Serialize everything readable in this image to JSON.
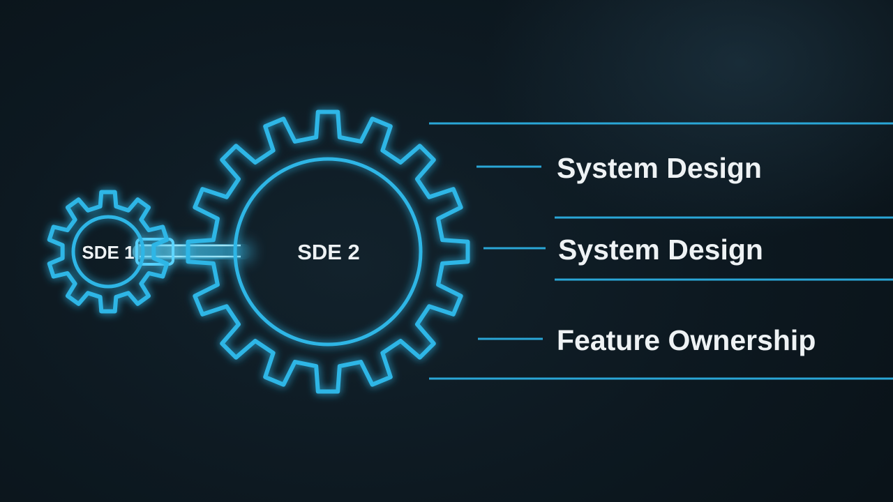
{
  "gears": {
    "small": {
      "label": "SDE 1"
    },
    "large": {
      "label": "SDE 2"
    }
  },
  "items": [
    {
      "label": "System Design"
    },
    {
      "label": "System Design"
    },
    {
      "label": "Feature Ownership"
    }
  ],
  "colors": {
    "accent": "#2fb6e6",
    "background": "#0d1921",
    "text": "#eef2f4"
  }
}
